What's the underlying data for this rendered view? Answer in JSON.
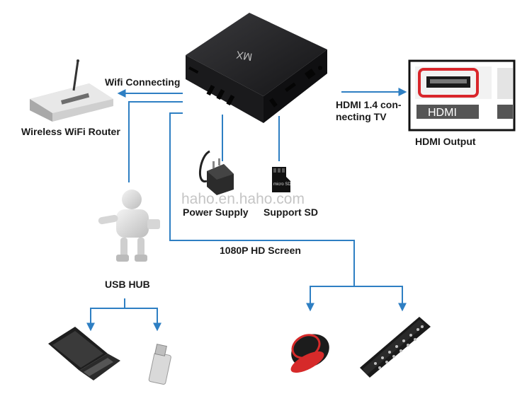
{
  "device": {
    "brand_mark": "MX"
  },
  "labels": {
    "wifi_connecting": "Wifi Connecting",
    "wireless_router": "Wireless WiFi Router",
    "hdmi_line1": "HDMI 1.4 con-",
    "hdmi_line2": "necting TV",
    "hdmi_output": "HDMI Output",
    "hdmi_port_text": "HDMI",
    "power_supply": "Power Supply",
    "support_sd": "Support SD",
    "usb_hub": "USB HUB",
    "hd_screen": "1080P HD Screen",
    "sd_card_text": "micro SD"
  },
  "watermark": "haho.en.haho.com",
  "colors": {
    "connector_line": "#2e7fc3",
    "hdmi_frame": "#111111",
    "hdmi_port_highlight": "#d9262b",
    "box_body": "#1b1b1d",
    "hdmi_label_bg": "#555555"
  }
}
